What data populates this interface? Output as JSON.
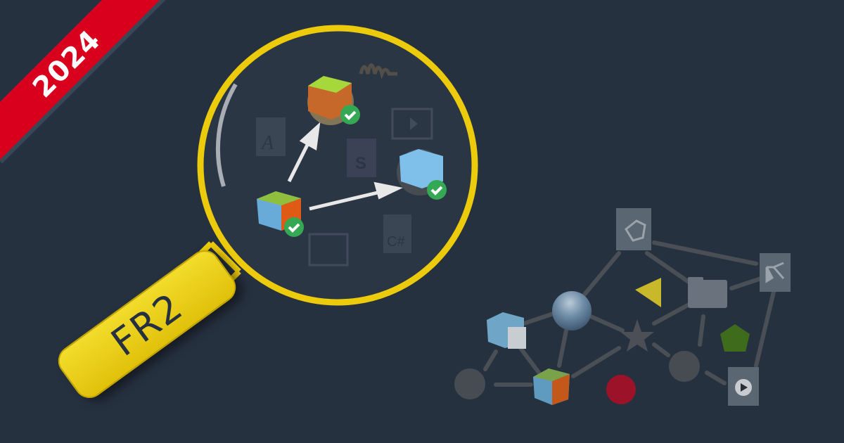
{
  "banner": {
    "year": "2024",
    "color": "#d8001d"
  },
  "magnifier": {
    "label": "FR2",
    "ring_color": "#ecca0c",
    "lens_color": "#2b3645"
  },
  "lens_icons": [
    {
      "name": "terrain-asset",
      "checked": true
    },
    {
      "name": "prefab-cube-blue",
      "checked": true
    },
    {
      "name": "model-cube-multicolor",
      "checked": true
    },
    {
      "name": "font-file-faded",
      "glyph": "A"
    },
    {
      "name": "shader-file-faded",
      "glyph": "S"
    },
    {
      "name": "csharp-script-faded",
      "glyph": "C#"
    },
    {
      "name": "video-file-faded"
    },
    {
      "name": "audio-file-faded"
    },
    {
      "name": "texture-file-faded"
    }
  ],
  "graph": {
    "nodes": [
      "unity-logo",
      "animator-controller",
      "folder",
      "sphere-material",
      "prefab-doc",
      "model-cube",
      "star",
      "triangle",
      "pentagon",
      "red-circle",
      "grey-circle-left",
      "grey-circle-right",
      "play-media"
    ],
    "edge_color": "#4a4f56"
  },
  "colors": {
    "background": "#263140",
    "check_green": "#34a853",
    "ribbon_red": "#d8001d",
    "handle_yellow": "#e8cb14"
  }
}
